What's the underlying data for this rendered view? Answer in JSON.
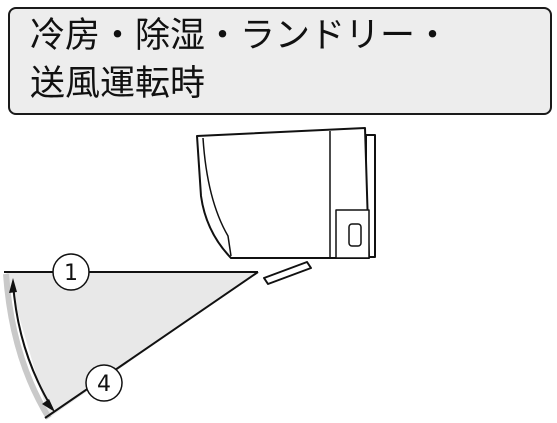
{
  "title": {
    "line1": "冷房・除湿・ランドリー・",
    "line2": "送風運転時"
  },
  "positions": {
    "top": "1",
    "bottom": "4"
  },
  "colors": {
    "title_background": "#ededed",
    "border": "#1a1a1a",
    "airflow_fill": "#e8e8e8",
    "unit_fill": "#ffffff"
  }
}
